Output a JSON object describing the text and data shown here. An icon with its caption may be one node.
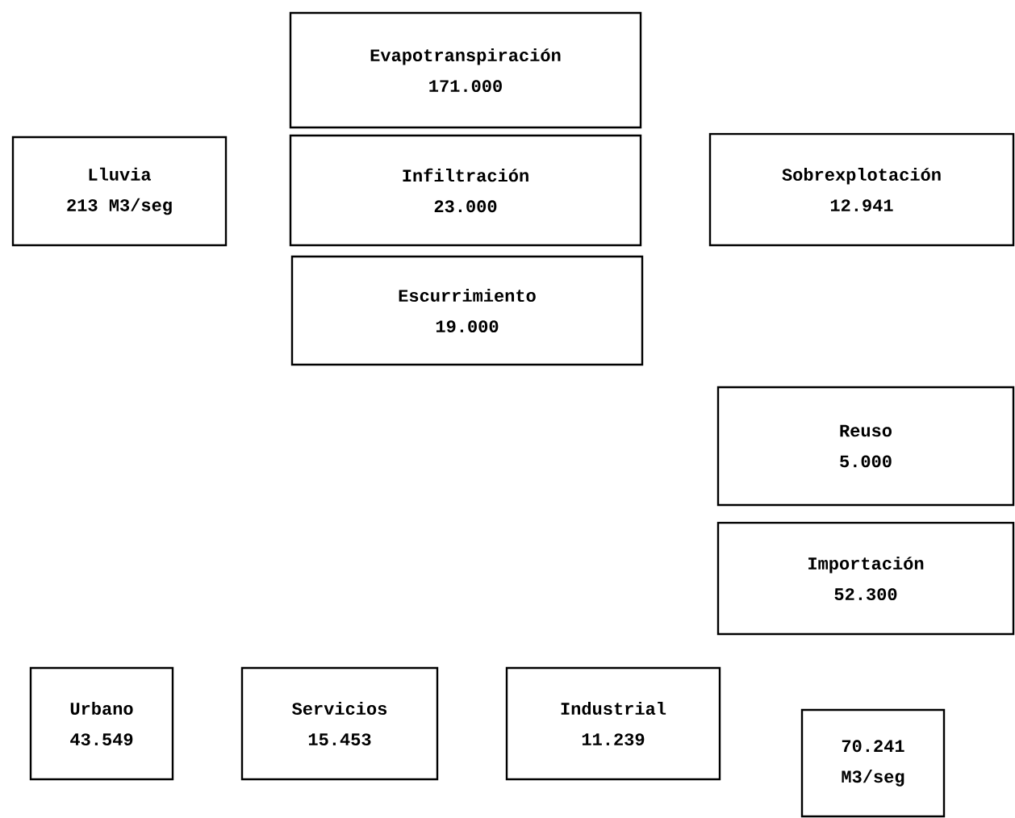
{
  "diagram": {
    "nodes": [
      {
        "text": [
          "Evapotranspiración",
          "171.000"
        ]
      },
      {
        "text": [
          "Lluvia",
          "213 M3/seg"
        ]
      },
      {
        "text": [
          "Infiltración",
          "23.000"
        ]
      },
      {
        "text": [
          "Sobrexplotación",
          "12.941"
        ]
      },
      {
        "text": [
          "Escurrimiento",
          "19.000"
        ]
      },
      {
        "text": [
          "Reuso",
          "5.000"
        ]
      },
      {
        "text": [
          "Importación",
          "52.300"
        ]
      },
      {
        "text": [
          "Urbano",
          "43.549"
        ]
      },
      {
        "text": [
          "Servicios",
          "15.453"
        ]
      },
      {
        "text": [
          "Industrial",
          "11.239"
        ]
      },
      {
        "text": [
          "70.241",
          "M3/seg"
        ]
      }
    ]
  }
}
